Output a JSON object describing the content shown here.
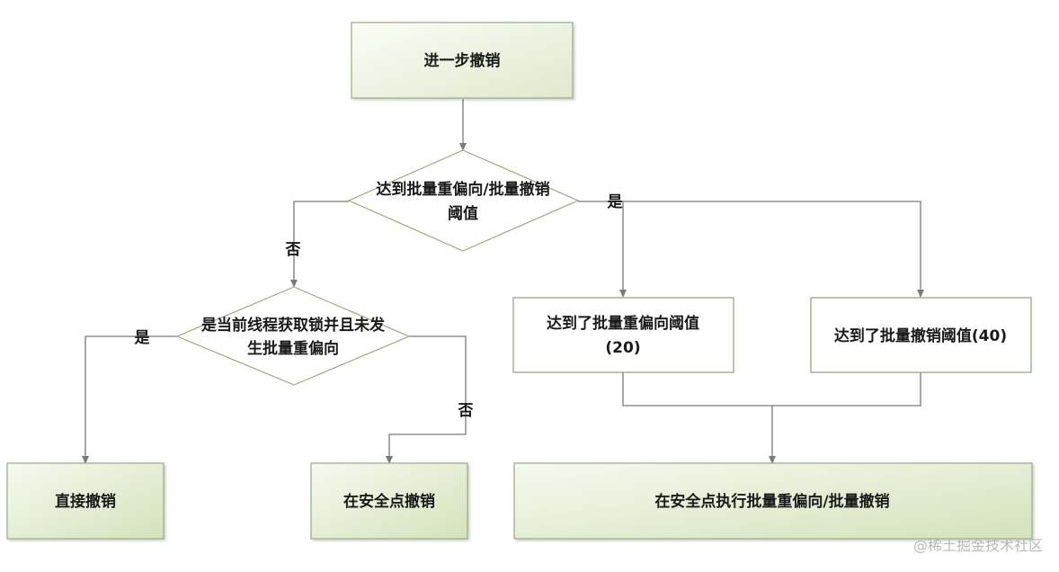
{
  "nodes": {
    "further_revoke": "进一步撤销",
    "threshold_check": [
      "达到批量重偏向/批量撤销",
      "阈值"
    ],
    "thread_check": [
      "是当前线程获取锁并且未发",
      "生批量重偏向"
    ],
    "rebias_threshold": [
      "达到了批量重偏向阈值",
      "(20)"
    ],
    "revoke_threshold": "达到了批量撤销阈值(40)",
    "direct_revoke": "直接撤销",
    "safepoint_revoke": "在安全点撤销",
    "safepoint_bulk": "在安全点执行批量重偏向/批量撤销"
  },
  "labels": {
    "yes": "是",
    "no": "否"
  },
  "watermark": "@稀土掘金技术社区",
  "colors": {
    "box_fill_light": "#f3f8ea",
    "box_fill_green": "#e6efd6",
    "box_border": "#9aaa82",
    "plain_border": "#8ea078",
    "arrow": "#7a7a7a",
    "text": "#1a1a1a"
  }
}
